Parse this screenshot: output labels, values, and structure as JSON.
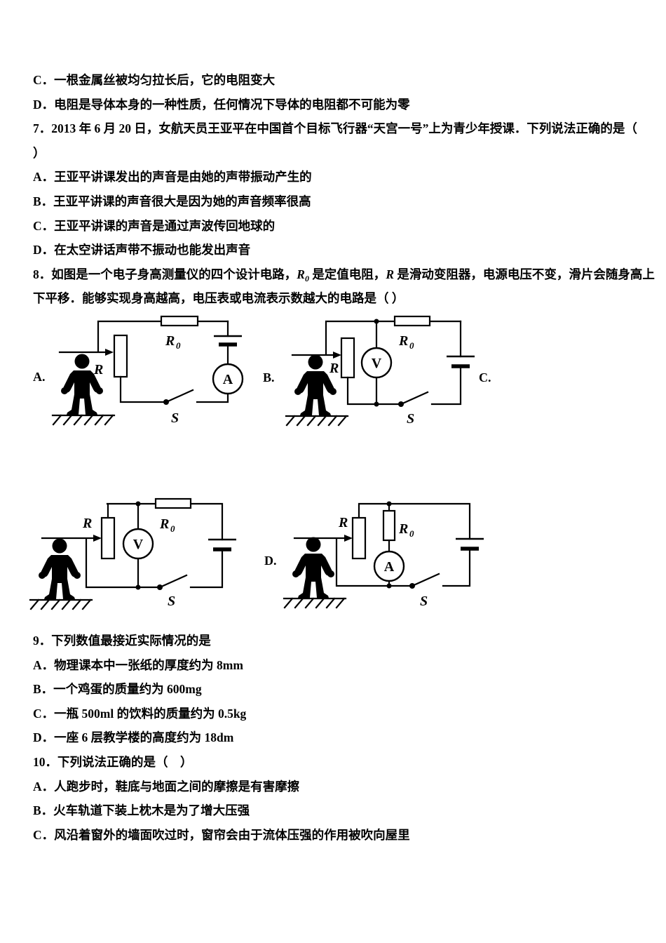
{
  "colors": {
    "ink": "#000000",
    "paper": "#ffffff"
  },
  "text": {
    "l1": "C．一根金属丝被均匀拉长后，它的电阻变大",
    "l2": "D．电阻是导体本身的一种性质，任何情况下导体的电阻都不可能为零",
    "l3": "7．2013 年 6 月 20 日，女航天员王亚平在中国首个目标飞行器“天宫一号”上为青少年授课．下列说法正确的是（",
    "l4": "）",
    "l5": "A．王亚平讲课发出的声音是由她的声带振动产生的",
    "l6": "B．王亚平讲课的声音很大是因为她的声音频率很高",
    "l7": "C．王亚平讲课的声音是通过声波传回地球的",
    "l8": "D．在太空讲话声带不振动也能发出声音",
    "q8_part1": "8．如图是一个电子身高测量仪的四个设计电路，",
    "q8_r0_main": "R",
    "q8_r0_sub": "0",
    "q8_part2": " 是定值电阻，",
    "q8_r": "R",
    "q8_part3": " 是滑动变阻器，电源电压不变，滑片会随身高上",
    "l10": "下平移．能够实现身高越高，电压表或电流表示数越大的电路是（ ）",
    "l11": "9．下列数值最接近实际情况的是",
    "l12": "A．物理课本中一张纸的厚度约为 8mm",
    "l13": "B．一个鸡蛋的质量约为 600mg",
    "l14": "C．一瓶 500ml 的饮料的质量约为 0.5kg",
    "l15": "D．一座 6 层教学楼的高度约为 18dm",
    "l16": "10．下列说法正确的是（　）",
    "l17": "A．人跑步时，鞋底与地面之间的摩擦是有害摩擦",
    "l18": "B．火车轨道下装上枕木是为了增大压强",
    "l19": "C．风沿着窗外的墙面吹过时，窗帘会由于流体压强的作用被吹向屋里"
  },
  "circuits": {
    "label_a": "A.",
    "label_b": "B.",
    "label_c": "C.",
    "label_d": "D.",
    "r": "R",
    "r0_main": "R",
    "r0_sub": "0",
    "s": "S",
    "ammeter": "A",
    "voltmeter": "V"
  }
}
